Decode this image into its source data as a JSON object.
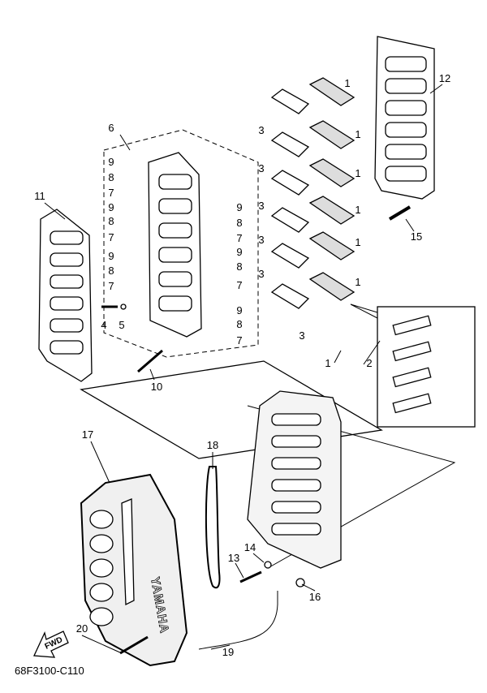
{
  "diagram": {
    "part_labels": {
      "reed_valve": [
        "1",
        "1",
        "1",
        "1",
        "1",
        "1",
        "1"
      ],
      "reed_valve_assy": "2",
      "gasket_small": [
        "3",
        "3",
        "3",
        "3",
        "3",
        "3"
      ],
      "bolt_4": "4",
      "washer_5": "5",
      "manifold_assy": "6",
      "fitting_7": [
        "7",
        "7",
        "7",
        "7",
        "7",
        "7"
      ],
      "fitting_8": [
        "8",
        "8",
        "8",
        "8",
        "8",
        "8"
      ],
      "fitting_9": [
        "9",
        "9",
        "9",
        "9",
        "9",
        "9"
      ],
      "bolt_10": "10",
      "gasket_11": "11",
      "gasket_12": "12",
      "bolt_13": "13",
      "washer_14": "14",
      "stud_15": "15",
      "nut_16": "16",
      "silencer_17": "17",
      "seal_18": "18",
      "hose_19": "19",
      "bolt_20": "20"
    },
    "fwd_arrow": "FWD",
    "brand_mark": "YAMAHA",
    "diagram_code": "68F3100-C110"
  }
}
